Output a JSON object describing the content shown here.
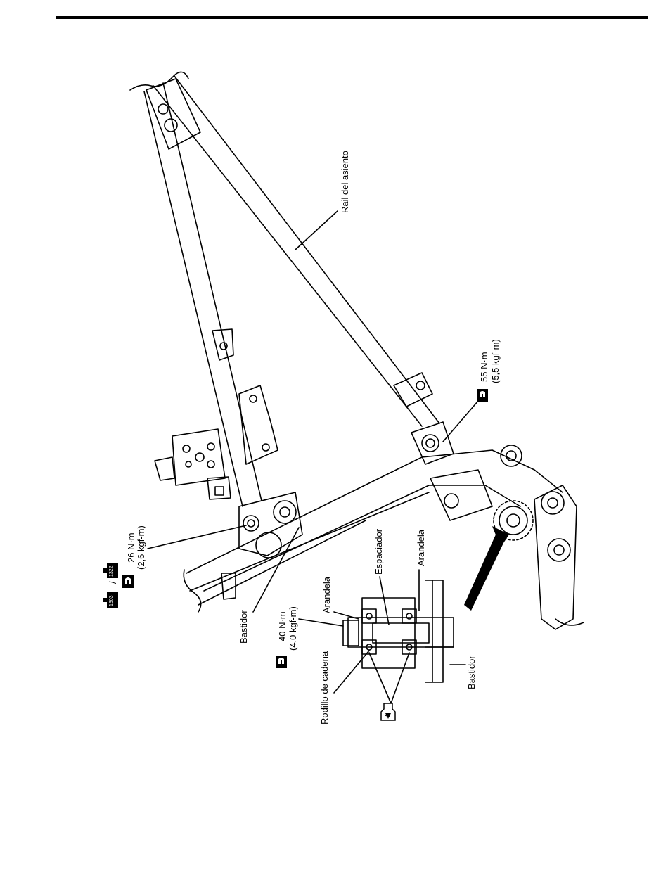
{
  "labels": {
    "seat_rail": "Rail del asiento",
    "frame_main": "Bastidor",
    "frame_detail": "Bastidor",
    "spacer": "Espaciador",
    "washer_top": "Arandela",
    "washer_right": "Arandela",
    "chain_roller": "Rodillo de cadena"
  },
  "torques": {
    "t26": {
      "nm": "26 N·m",
      "kgf": "(2,6 kgf-m)"
    },
    "t55": {
      "nm": "55 N·m",
      "kgf": "(5,5 kgf-m)"
    },
    "t40": {
      "nm": "40 N·m",
      "kgf": "(4,0 kgf-m)"
    }
  },
  "threadlock_codes": {
    "a": "1322",
    "b": "1303"
  },
  "grease_code": "A",
  "icons": [
    "torque-wrench-icon",
    "threadlock-icon",
    "grease-icon"
  ],
  "colors": {
    "line": "#000000",
    "background": "#ffffff"
  }
}
